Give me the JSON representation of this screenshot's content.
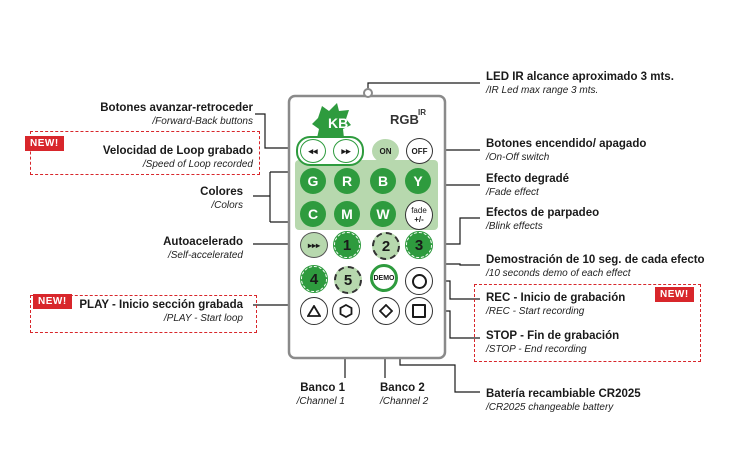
{
  "remote": {
    "brand": "RGB",
    "brand_sup": "IR",
    "logo_text": "KB",
    "buttons": {
      "rew": "◂◂",
      "ffw": "▸▸",
      "on": "ON",
      "off": "OFF",
      "G": "G",
      "R": "R",
      "B": "B",
      "Y": "Y",
      "C": "C",
      "M": "M",
      "W": "W",
      "fade": "fade",
      "fade2": "+/-",
      "auto": "▸▸▸",
      "b1": "1",
      "b2": "2",
      "b3": "3",
      "b4": "4",
      "b5": "5",
      "demo": "DEMO"
    }
  },
  "labels": {
    "led_ir": {
      "es": "LED IR alcance aproximado 3 mts.",
      "en": "/IR Led max range 3 mts."
    },
    "fwd_back": {
      "es": "Botones avanzar-retroceder",
      "en": "/Forward-Back buttons"
    },
    "loop_speed": {
      "es": "Velocidad de Loop grabado",
      "en": "/Speed of Loop recorded"
    },
    "on_off": {
      "es": "Botones encendido/ apagado",
      "en": "/On-Off switch"
    },
    "fade": {
      "es": "Efecto degradé",
      "en": "/Fade effect"
    },
    "colors": {
      "es": "Colores",
      "en": "/Colors"
    },
    "blink": {
      "es": "Efectos de parpadeo",
      "en": "/Blink effects"
    },
    "auto": {
      "es": "Autoacelerado",
      "en": "/Self-accelerated"
    },
    "demo": {
      "es": "Demostración de 10 seg. de cada efecto",
      "en": "/10 seconds demo of each effect"
    },
    "play": {
      "es": "PLAY - Inicio sección grabada",
      "en": "/PLAY - Start loop"
    },
    "rec": {
      "es": "REC - Inicio de grabación",
      "en": "/REC - Start recording"
    },
    "stop": {
      "es": "STOP - Fin de grabación",
      "en": "/STOP - End recording"
    },
    "bank1": {
      "es": "Banco 1",
      "en": "/Channel 1"
    },
    "bank2": {
      "es": "Banco 2",
      "en": "/Channel 2"
    },
    "battery": {
      "es": "Batería recambiable CR2025",
      "en": "/CR2025 changeable  battery"
    }
  },
  "new_badge": "NEW!",
  "colors": {
    "green": "#2e9b3e",
    "light_green": "#b7d8ae",
    "red": "#d8262b",
    "frame": "#8a8a8a"
  }
}
